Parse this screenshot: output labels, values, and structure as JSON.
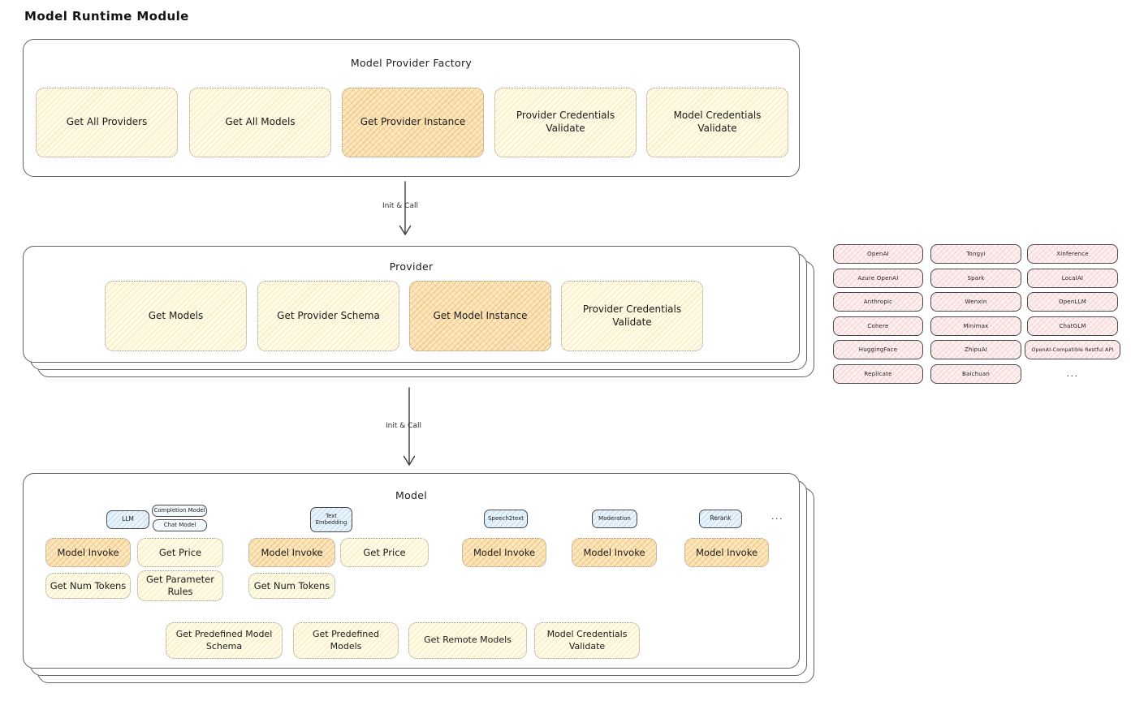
{
  "page": {
    "title": "Model Runtime Module"
  },
  "palette": {
    "yellow_fill": "#fefae6",
    "orange_highlight_fill": "#fbe7c0",
    "pink_fill": "#fdf0f0",
    "blue_fill": "#e8f3fb",
    "stroke": "#4a4a4a"
  },
  "factory": {
    "title": "Model Provider Factory",
    "items": [
      "Get All Providers",
      "Get All Models",
      "Get Provider Instance",
      "Provider Credentials Validate",
      "Model Credentials Validate"
    ]
  },
  "arrow1": {
    "label": "Init & Call"
  },
  "arrow2": {
    "label": "Init & Call"
  },
  "provider": {
    "title": "Provider",
    "items": [
      "Get Models",
      "Get Provider Schema",
      "Get Model Instance",
      "Provider Credentials Validate"
    ]
  },
  "vendors": {
    "col1": [
      "OpenAI",
      "Azure OpenAI",
      "Anthropic",
      "Cohere",
      "HuggingFace",
      "Replicate"
    ],
    "col2": [
      "Tongyi",
      "Spark",
      "Wenxin",
      "Minimax",
      "ZhipuAI",
      "Baichuan"
    ],
    "col3": [
      "Xinference",
      "LocalAI",
      "OpenLLM",
      "ChatGLM",
      "OpenAI-Compatible Restful API"
    ],
    "more": "..."
  },
  "model": {
    "title": "Model",
    "tabs": {
      "llm": "LLM",
      "completion": "Completion Model",
      "chat": "Chat Model",
      "embedding": "Text Embedding",
      "speech": "Speech2text",
      "moderation": "Moderation",
      "rerank": "Rerank",
      "more": "..."
    },
    "llm_ops": [
      "Model Invoke",
      "Get Price",
      "Get Num Tokens",
      "Get Parameter Rules"
    ],
    "embedding_ops": [
      "Model Invoke",
      "Get Price",
      "Get Num Tokens"
    ],
    "speech_ops": [
      "Model Invoke"
    ],
    "moderation_ops": [
      "Model Invoke"
    ],
    "rerank_ops": [
      "Model Invoke"
    ],
    "common_ops": [
      "Get Predefined Model Schema",
      "Get Predefined Models",
      "Get Remote Models",
      "Model Credentials Validate"
    ]
  }
}
